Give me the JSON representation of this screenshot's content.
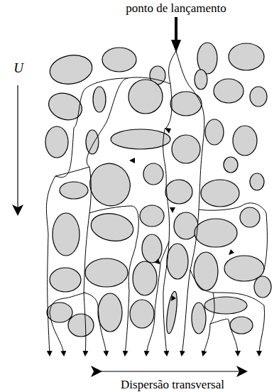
{
  "diagram": {
    "labels": [
      "ponto de lançamento",
      "U",
      "Dispersão transversal"
    ]
  }
}
